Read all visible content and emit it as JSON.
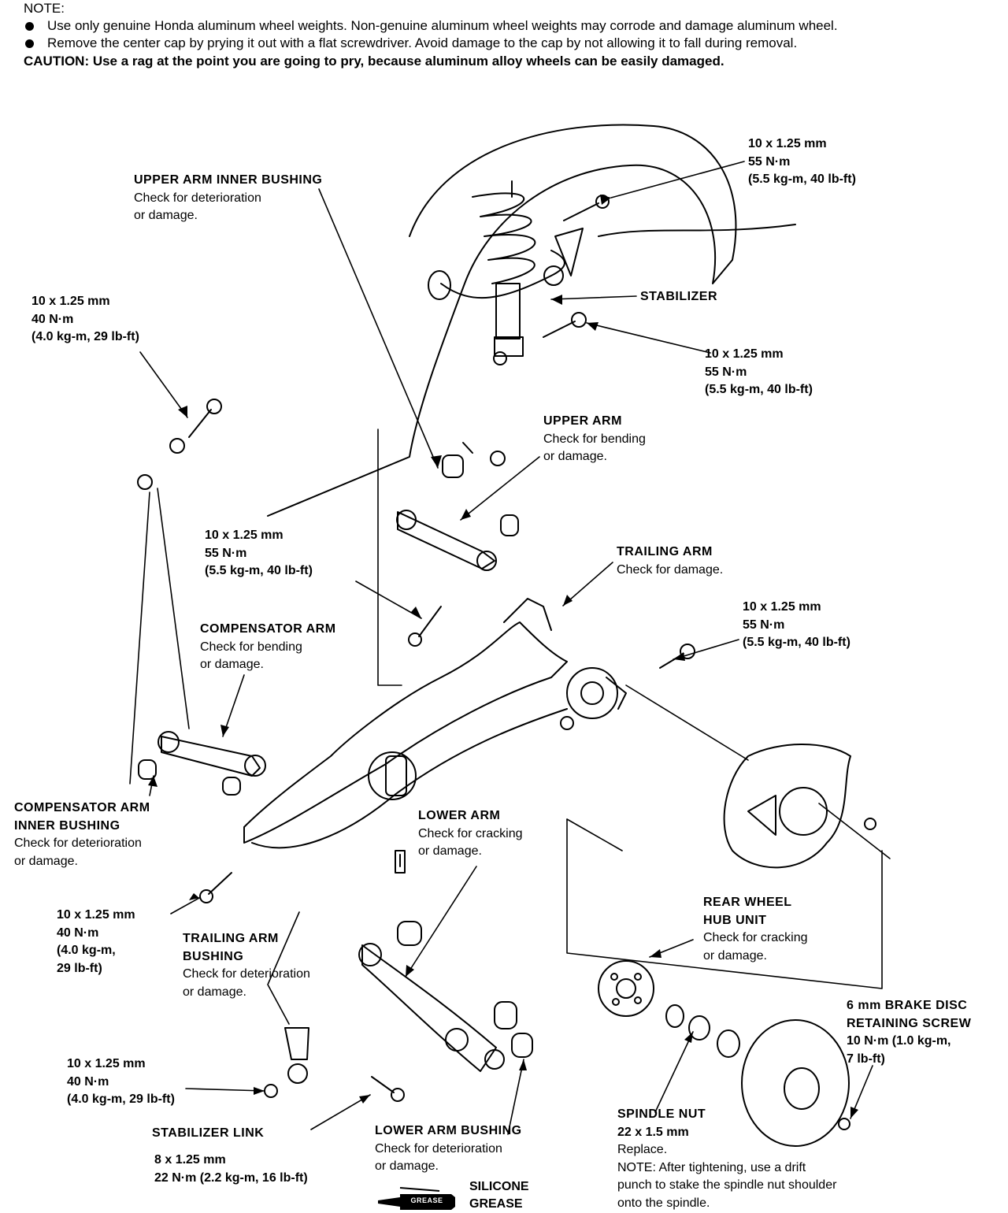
{
  "notes": {
    "heading": "NOTE:",
    "bullets": [
      "Use only genuine Honda aluminum wheel weights. Non-genuine aluminum wheel weights may corrode and damage aluminum wheel.",
      "Remove the center cap by prying it out with a flat screwdriver. Avoid damage to the cap by not allowing it to fall during removal."
    ],
    "caution": "CAUTION: Use a rag at the point you are going to pry, because aluminum alloy wheels can be easily damaged."
  },
  "labels": {
    "torque_top_right": {
      "size": "10 x 1.25 mm",
      "torque": "55 N·m",
      "alt": "(5.5 kg-m, 40 lb-ft)"
    },
    "upper_arm_inner_bushing": {
      "title": "UPPER ARM INNER BUSHING",
      "desc1": "Check for deterioration",
      "desc2": "or damage."
    },
    "torque_left_top": {
      "size": "10 x 1.25 mm",
      "torque": "40 N·m",
      "alt": "(4.0 kg-m, 29 lb-ft)"
    },
    "stabilizer": {
      "title": "STABILIZER"
    },
    "torque_stabilizer": {
      "size": "10 x 1.25 mm",
      "torque": "55 N·m",
      "alt": "(5.5 kg-m, 40 lb-ft)"
    },
    "upper_arm": {
      "title": "UPPER ARM",
      "desc1": "Check for bending",
      "desc2": "or damage."
    },
    "torque_mid_left": {
      "size": "10 x 1.25 mm",
      "torque": "55 N·m",
      "alt": "(5.5 kg-m, 40 lb-ft)"
    },
    "trailing_arm": {
      "title": "TRAILING ARM",
      "desc1": "Check for damage."
    },
    "torque_hub": {
      "size": "10 x 1.25 mm",
      "torque": "55 N·m",
      "alt": "(5.5 kg-m, 40 lb-ft)"
    },
    "compensator_arm": {
      "title": "COMPENSATOR ARM",
      "desc1": "Check for bending",
      "desc2": "or damage."
    },
    "compensator_arm_inner_bushing": {
      "title1": "COMPENSATOR ARM",
      "title2": "INNER BUSHING",
      "desc1": "Check for deterioration",
      "desc2": "or damage."
    },
    "lower_arm": {
      "title": "LOWER ARM",
      "desc1": "Check for cracking",
      "desc2": "or damage."
    },
    "torque_left_bottom": {
      "size": "10 x 1.25 mm",
      "torque": "40 N·m",
      "alt1": "(4.0 kg-m,",
      "alt2": "29 lb-ft)"
    },
    "trailing_arm_bushing": {
      "title1": "TRAILING ARM",
      "title2": "BUSHING",
      "desc1": "Check for deterioration",
      "desc2": "or damage."
    },
    "rear_wheel_hub_unit": {
      "title1": "REAR WHEEL",
      "title2": "HUB UNIT",
      "desc1": "Check for cracking",
      "desc2": "or damage."
    },
    "brake_disc_screw": {
      "title1": "6 mm BRAKE DISC",
      "title2": "RETAINING SCREW",
      "torque1": "10 N·m (1.0 kg-m,",
      "torque2": "7 lb-ft)"
    },
    "torque_stab_link": {
      "size": "10 x 1.25 mm",
      "torque": "40 N·m",
      "alt": "(4.0 kg-m, 29 lb-ft)"
    },
    "stabilizer_link": {
      "title": "STABILIZER LINK"
    },
    "torque_bottom_bolt": {
      "size": "8 x 1.25 mm",
      "torque": "22 N·m (2.2 kg-m, 16 lb-ft)"
    },
    "lower_arm_bushing": {
      "title": "LOWER ARM BUSHING",
      "desc1": "Check for deterioration",
      "desc2": "or damage."
    },
    "spindle_nut": {
      "title": "SPINDLE NUT",
      "size": "22 x 1.5 mm",
      "desc": "Replace.",
      "note1": "NOTE: After tightening, use a drift",
      "note2": "punch to stake the spindle nut shoulder",
      "note3": "onto the spindle."
    },
    "grease": {
      "badge": "GREASE",
      "line1": "SILICONE",
      "line2": "GREASE"
    }
  }
}
